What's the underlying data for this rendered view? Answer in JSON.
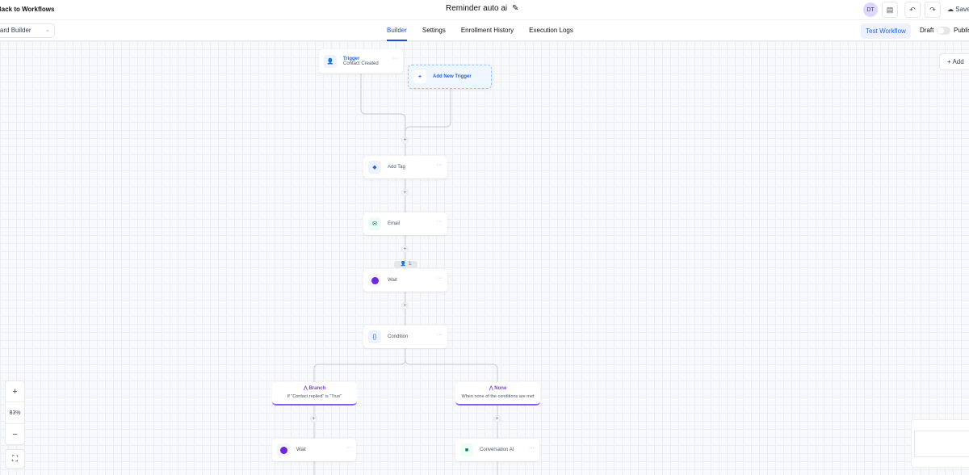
{
  "header": {
    "back_label": "Back to Workflows",
    "title": "Reminder auto ai",
    "avatar_initials": "DT",
    "save_label": "Save"
  },
  "subheader": {
    "builder_select": "Standard Builder",
    "tabs": [
      {
        "label": "Builder",
        "active": true
      },
      {
        "label": "Settings"
      },
      {
        "label": "Enrollment History"
      },
      {
        "label": "Execution Logs"
      }
    ],
    "test_workflow": "Test Workflow",
    "draft_label": "Draft",
    "publish_label": "Publish",
    "published": false
  },
  "canvas": {
    "add_button": "Add",
    "trigger": {
      "title": "Trigger",
      "subtitle": "Contact Created"
    },
    "add_trigger": "Add New Trigger",
    "nodes": [
      {
        "label": "Add Tag",
        "icon": "tag-icon",
        "color": "#2563eb"
      },
      {
        "label": "Email",
        "icon": "email-icon",
        "color": "#047857"
      },
      {
        "label": "Wait",
        "icon": "clock-icon",
        "color": "#6d28d9"
      },
      {
        "label": "Condition",
        "icon": "braces-icon",
        "color": "#2563eb"
      }
    ],
    "wait_badge": "1",
    "branches": [
      {
        "title": "Branch",
        "text": "If \"Contact replied\" is \"True\""
      },
      {
        "title": "None",
        "text": "When none of the conditions are met"
      }
    ],
    "branch_nodes": [
      {
        "label": "Wait",
        "icon": "clock-icon",
        "color": "#6d28d9"
      },
      {
        "label": "Conversation AI",
        "icon": "bot-icon",
        "color": "#047857"
      }
    ],
    "zoom_level": "83%"
  }
}
